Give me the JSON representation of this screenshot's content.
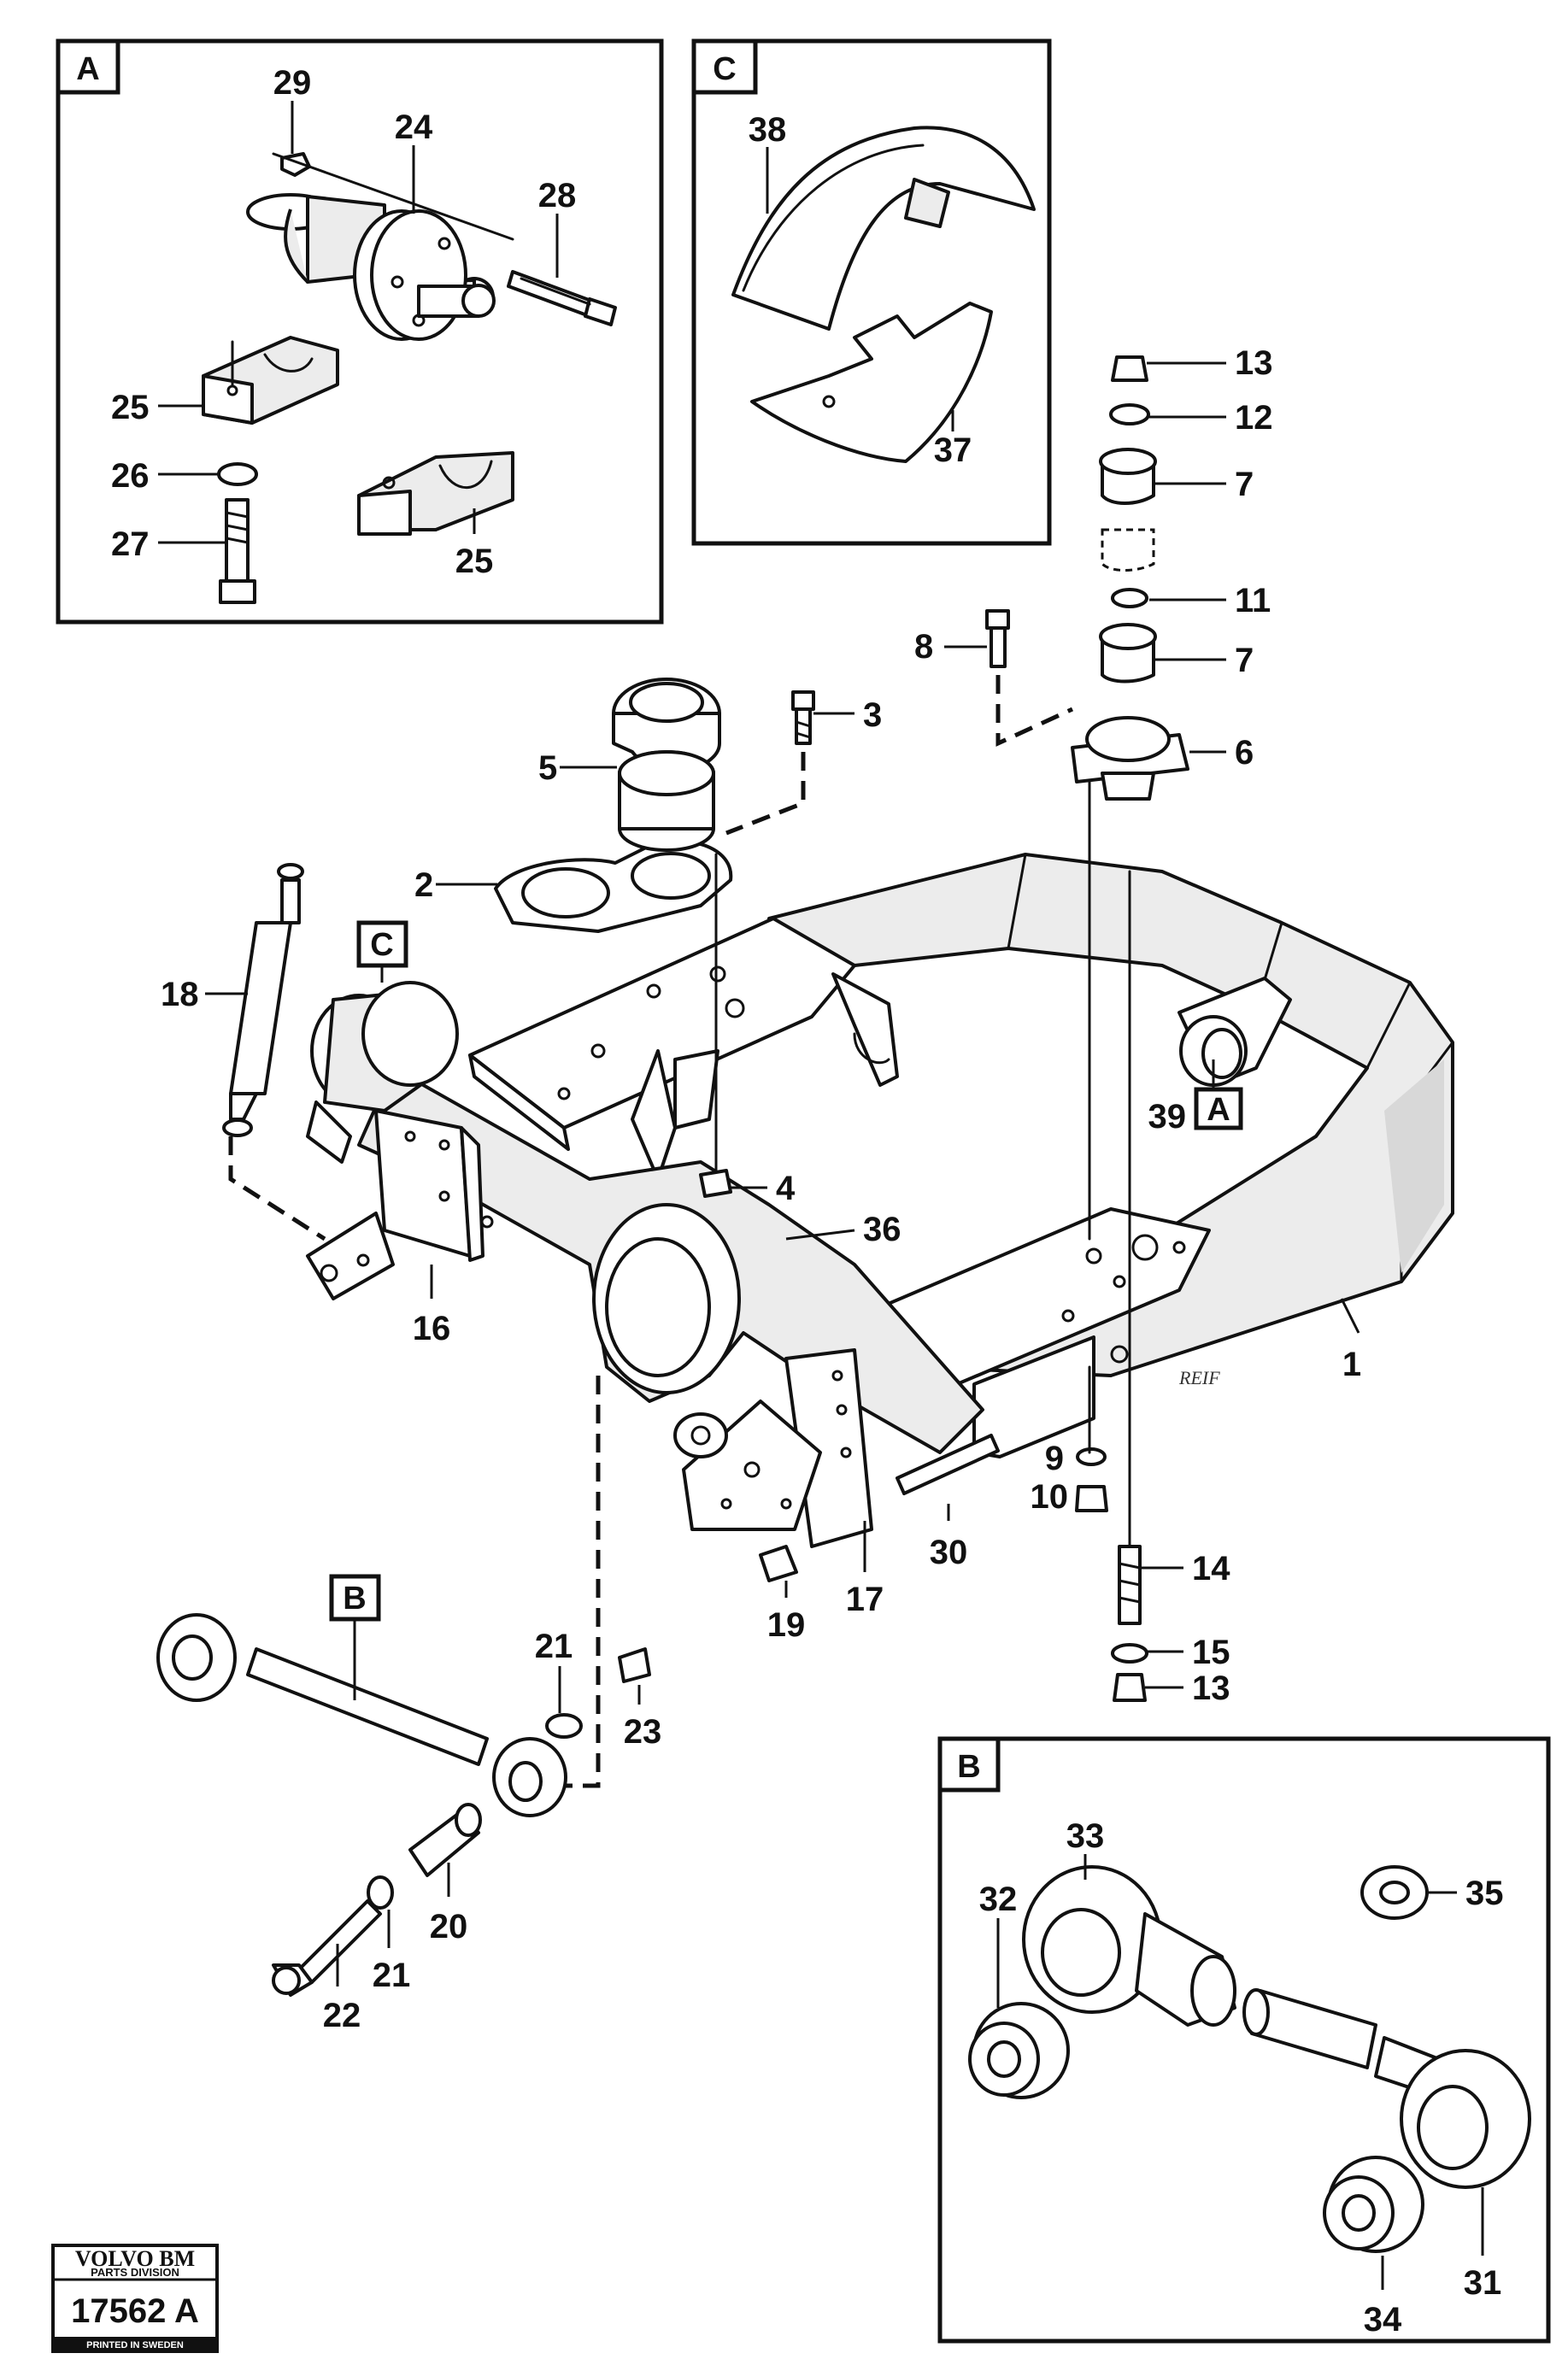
{
  "diagram": {
    "panels": {
      "A": {
        "tag": "A"
      },
      "B": {
        "tag": "B"
      },
      "C": {
        "tag": "C"
      }
    },
    "callout_tags": {
      "C_on_axle": "C",
      "A_on_frame": "A",
      "B_on_rod": "B"
    },
    "part_numbers": {
      "p1": "1",
      "p2": "2",
      "p3": "3",
      "p4": "4",
      "p5": "5",
      "p6": "6",
      "p7a": "7",
      "p7b": "7",
      "p8": "8",
      "p9": "9",
      "p10": "10",
      "p11": "11",
      "p12": "12",
      "p13a": "13",
      "p13b": "13",
      "p14": "14",
      "p15": "15",
      "p16": "16",
      "p17": "17",
      "p18": "18",
      "p19": "19",
      "p20": "20",
      "p21a": "21",
      "p21b": "21",
      "p22": "22",
      "p23": "23",
      "p24": "24",
      "p25a": "25",
      "p25b": "25",
      "p26": "26",
      "p27": "27",
      "p28": "28",
      "p29": "29",
      "p30": "30",
      "p31": "31",
      "p32": "32",
      "p33": "33",
      "p34": "34",
      "p35": "35",
      "p36": "36",
      "p37": "37",
      "p38": "38",
      "p39": "39"
    },
    "stamp": {
      "brand": "VOLVO BM",
      "division": "PARTS DIVISION",
      "drawing_number": "17562 A",
      "printed": "PRINTED IN SWEDEN"
    },
    "handwritten_mark": "REIF"
  }
}
